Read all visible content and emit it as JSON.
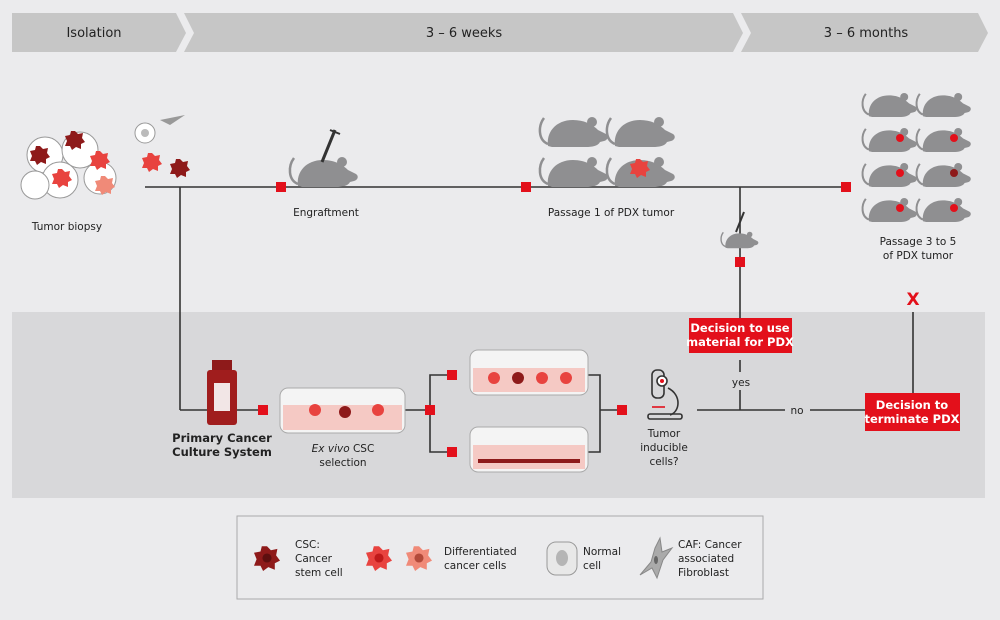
{
  "timeline": [
    {
      "label": "Isolation"
    },
    {
      "label": "3 – 6 weeks"
    },
    {
      "label": "3 – 6 months"
    }
  ],
  "steps": {
    "tumor_biopsy": "Tumor biopsy",
    "engraftment": "Engraftment",
    "passage1": "Passage 1 of PDX tumor",
    "passage3_5": [
      "Passage 3 to 5",
      "of PDX tumor"
    ],
    "primary_culture": [
      "Primary Cancer",
      "Culture System"
    ],
    "ex_vivo": [
      "Ex vivo",
      " CSC",
      "selection"
    ],
    "tumor_inducible": [
      "Tumor",
      "inducible",
      "cells?"
    ]
  },
  "decisions": {
    "use_material": [
      "Decision to use",
      "material for PDX"
    ],
    "terminate": [
      "Decision to",
      "terminate PDX"
    ],
    "yes": "yes",
    "no": "no",
    "terminate_mark": "X"
  },
  "legend": [
    {
      "icon": "csc-cell",
      "lines": [
        "CSC:",
        "Cancer",
        "stem cell"
      ]
    },
    {
      "icon": "differentiated-cells",
      "lines": [
        "Differentiated",
        "cancer cells"
      ]
    },
    {
      "icon": "normal-cell",
      "lines": [
        "Normal",
        "cell"
      ]
    },
    {
      "icon": "caf-cell",
      "lines": [
        "CAF: Cancer",
        "associated",
        "Fibroblast"
      ]
    }
  ],
  "colors": {
    "accent": "#e3101b",
    "csc": "#8e1a1a",
    "diff1": "#e8433f",
    "diff2": "#f08a78",
    "panel": "#d8d8da",
    "header": "#c6c6c6"
  }
}
